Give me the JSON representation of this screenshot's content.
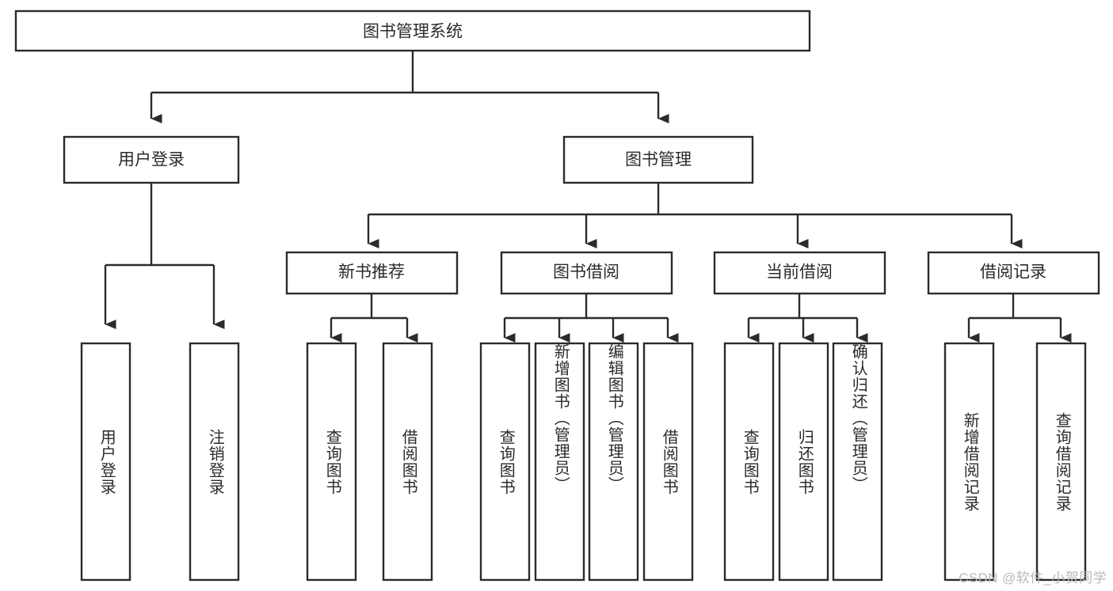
{
  "diagram": {
    "title": "图书管理系统",
    "type": "hierarchy-tree",
    "orientation": "top-down",
    "background_color": "#ffffff",
    "line_color": "#2b2b2b",
    "box_fill": "#ffffff",
    "text_color": "#2b2b2b",
    "root": {
      "label": "图书管理系统",
      "level": 0
    },
    "level1": [
      {
        "label": "用户登录"
      },
      {
        "label": "图书管理"
      }
    ],
    "level2": [
      {
        "label": "新书推荐",
        "parent": "图书管理"
      },
      {
        "label": "图书借阅",
        "parent": "图书管理"
      },
      {
        "label": "当前借阅",
        "parent": "图书管理"
      },
      {
        "label": "借阅记录",
        "parent": "图书管理"
      }
    ],
    "leaves": {
      "user_login": [
        {
          "label": "用户登录"
        },
        {
          "label": "注销登录"
        }
      ],
      "new_book_recommend": [
        {
          "label": "查询图书"
        },
        {
          "label": "借阅图书"
        }
      ],
      "book_borrow": [
        {
          "label": "查询图书"
        },
        {
          "label": "新增图书（管理员）"
        },
        {
          "label": "编辑图书（管理员）"
        },
        {
          "label": "借阅图书"
        }
      ],
      "current_borrow": [
        {
          "label": "查询图书"
        },
        {
          "label": "归还图书"
        },
        {
          "label": "确认归还（管理员）"
        }
      ],
      "borrow_records": [
        {
          "label": "新增借阅记录"
        },
        {
          "label": "查询借阅记录"
        }
      ]
    }
  },
  "watermark": {
    "text": "CSDN @软件_小贺同学"
  }
}
